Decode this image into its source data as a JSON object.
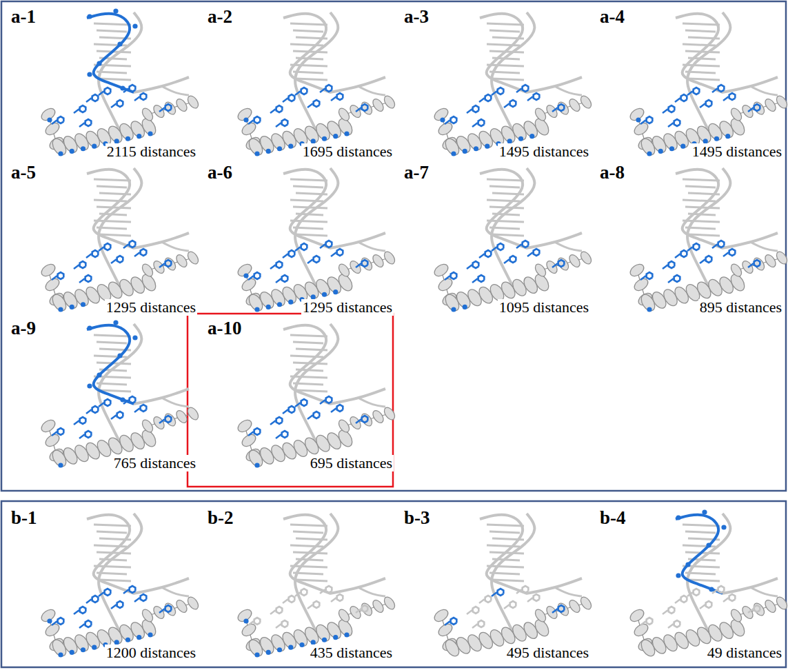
{
  "diagram": {
    "labels": [
      "a-1",
      "2115 distances",
      "a-2",
      "1695 distances",
      "a-3",
      "1495 distances",
      "a-4",
      "1495 distances",
      "a-5",
      "1295 distances",
      "a-6",
      "1295 distances",
      "a-7",
      "1095 distances",
      "a-8",
      "895 distances",
      "a-9",
      "765 distances",
      "a-10",
      "695 distances",
      "b-1",
      "1200 distances",
      "b-2",
      "435 distances",
      "b-3",
      "495 distances",
      "b-4",
      "49 distances"
    ]
  }
}
